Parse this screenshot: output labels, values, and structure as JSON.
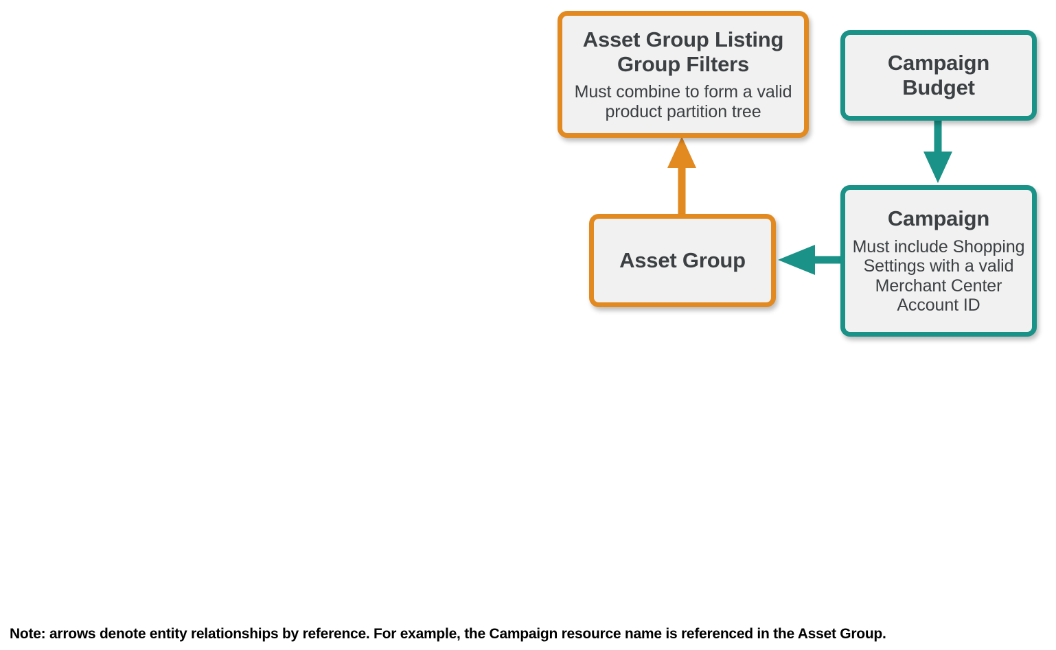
{
  "diagram": {
    "type": "entity-relationship",
    "background": "#ffffff",
    "colors": {
      "orange": "#e2891f",
      "teal": "#1a9287",
      "node_fill": "#f1f1f1",
      "text": "#3c4043",
      "note_text": "#000000"
    },
    "nodes": [
      {
        "id": "asset-group-listing-group-filters",
        "title": "Asset Group Listing Group Filters",
        "subtitle": "Must combine to form a valid product partition tree",
        "color": "orange"
      },
      {
        "id": "campaign-budget",
        "title": "Campaign Budget",
        "subtitle": "",
        "color": "teal"
      },
      {
        "id": "asset-group",
        "title": "Asset Group",
        "subtitle": "",
        "color": "orange"
      },
      {
        "id": "campaign",
        "title": "Campaign",
        "subtitle": "Must include Shopping Settings with a valid Merchant Center Account ID",
        "color": "teal"
      }
    ],
    "edges": [
      {
        "id": "edge-asset-group-to-filters",
        "from": "asset-group",
        "to": "asset-group-listing-group-filters",
        "direction": "up",
        "color": "orange"
      },
      {
        "id": "edge-budget-to-campaign",
        "from": "campaign-budget",
        "to": "campaign",
        "direction": "down",
        "color": "teal"
      },
      {
        "id": "edge-campaign-to-asset-group",
        "from": "campaign",
        "to": "asset-group",
        "direction": "left",
        "color": "teal"
      }
    ],
    "note": "Note: arrows denote entity relationships by reference. For example, the Campaign resource name is referenced in the Asset Group."
  }
}
